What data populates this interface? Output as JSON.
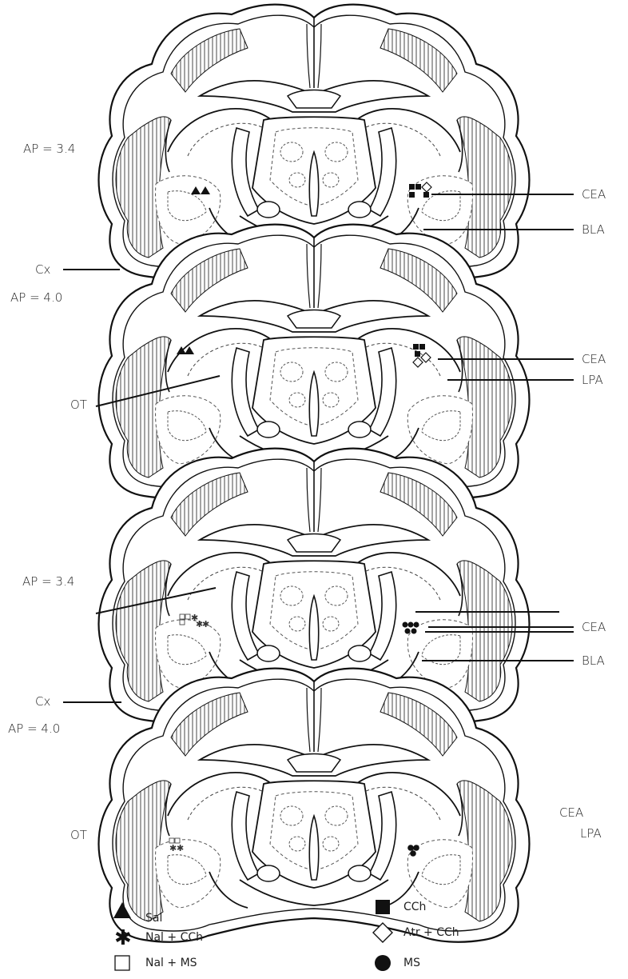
{
  "panels": [
    {
      "ap_upper": "AP = 3.4",
      "ap_lower": "AP = 4.0",
      "left_labels": [
        "Cx",
        "OT"
      ],
      "right_labels": [
        "CEA",
        "BLA",
        "CEA",
        "LPA"
      ]
    },
    {
      "ap_upper": "AP = 3.4",
      "ap_lower": "AP = 4.0",
      "left_labels": [
        "Cx",
        "OT"
      ],
      "right_labels": [
        "CEA",
        "BLA",
        "CEA",
        "LPA"
      ]
    }
  ],
  "legend": [
    {
      "label": "Sal",
      "symbol": "triangle-filled"
    },
    {
      "label": "CCh",
      "symbol": "square-filled"
    },
    {
      "label": "Nal + CCh",
      "symbol": "asterisk"
    },
    {
      "label": "Atr + CCh",
      "symbol": "diamond-open"
    },
    {
      "label": "Nal + MS",
      "symbol": "square-open"
    },
    {
      "label": "MS",
      "symbol": "circle-filled"
    }
  ]
}
